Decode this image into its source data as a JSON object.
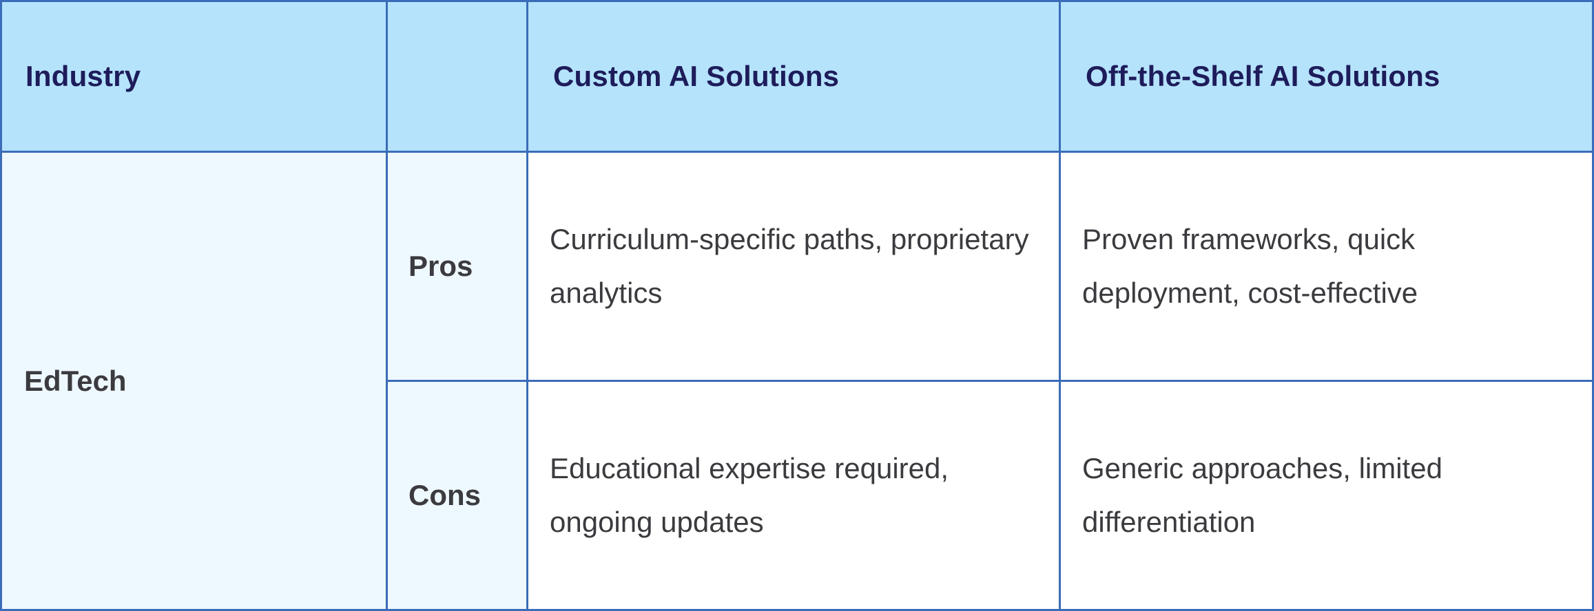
{
  "table": {
    "headers": {
      "industry": "Industry",
      "blank": "",
      "custom": "Custom AI Solutions",
      "off_the_shelf": "Off-the-Shelf AI Solutions"
    },
    "rows": [
      {
        "industry": "EdTech",
        "items": [
          {
            "label": "Pros",
            "custom": "Curriculum-specific paths, proprietary analytics",
            "off_the_shelf": "Proven frameworks, quick deployment, cost-effective"
          },
          {
            "label": "Cons",
            "custom": "Educational expertise required, ongoing updates",
            "off_the_shelf": "Generic approaches, limited differentiation"
          }
        ]
      }
    ]
  },
  "colors": {
    "border": "#3a6cb8",
    "header_bg": "#b5e3fc",
    "header_text": "#1e1c5a",
    "label_bg": "#eef8ff",
    "body_text": "#3b3b3f"
  }
}
